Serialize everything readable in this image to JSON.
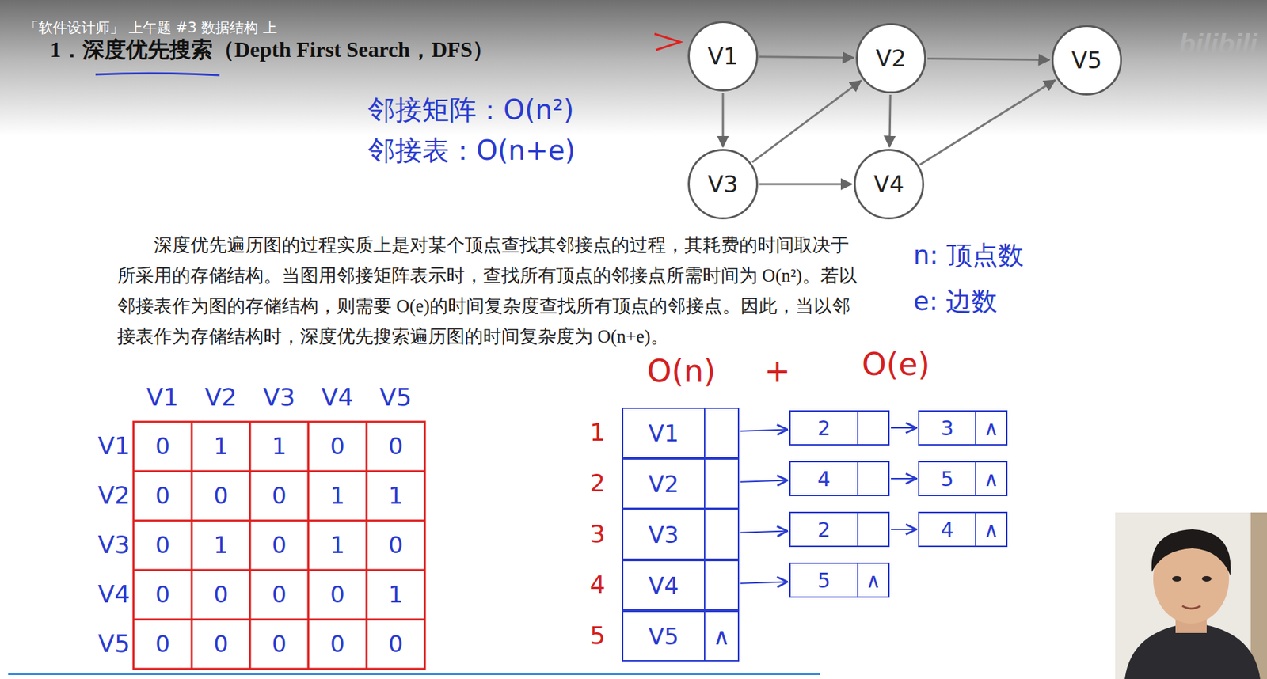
{
  "diagram": {
    "title": "1．深度优先搜索（Depth First Search，DFS）",
    "nodes": [
      {
        "text": [
          "V1"
        ]
      },
      {
        "text": [
          "V2"
        ]
      },
      {
        "text": [
          "V5"
        ]
      },
      {
        "text": [
          "V3"
        ]
      },
      {
        "text": [
          "V4"
        ]
      },
      {
        "text": [
          "V1"
        ]
      },
      {
        "text": [
          "2"
        ]
      },
      {
        "text": [
          "3",
          "∧"
        ]
      },
      {
        "text": [
          "V2"
        ]
      },
      {
        "text": [
          "4"
        ]
      },
      {
        "text": [
          "5",
          "∧"
        ]
      },
      {
        "text": [
          "V3"
        ]
      },
      {
        "text": [
          "2"
        ]
      },
      {
        "text": [
          "4",
          "∧"
        ]
      },
      {
        "text": [
          "V4"
        ]
      },
      {
        "text": [
          "5",
          "∧"
        ]
      },
      {
        "text": [
          "V5",
          "∧"
        ]
      }
    ],
    "edges": [
      {
        "from": 0,
        "to": 1,
        "arrow": "to"
      },
      {
        "from": 1,
        "to": 2,
        "arrow": "to"
      },
      {
        "from": 0,
        "to": 3,
        "arrow": "to"
      },
      {
        "from": 3,
        "to": 1,
        "arrow": "to"
      },
      {
        "from": 1,
        "to": 4,
        "arrow": "to"
      },
      {
        "from": 3,
        "to": 4,
        "arrow": "to"
      },
      {
        "from": 4,
        "to": 2,
        "arrow": "to"
      },
      {
        "from": 5,
        "to": 6,
        "arrow": "to"
      },
      {
        "from": 6,
        "to": 7,
        "arrow": "to"
      },
      {
        "from": 8,
        "to": 9,
        "arrow": "to"
      },
      {
        "from": 9,
        "to": 10,
        "arrow": "to"
      },
      {
        "from": 11,
        "to": 12,
        "arrow": "to"
      },
      {
        "from": 12,
        "to": 13,
        "arrow": "to"
      },
      {
        "from": 14,
        "to": 15,
        "arrow": "to"
      }
    ],
    "labels": [
      "「软件设计师」 上午题 #3 数据结构 上",
      "bilibili",
      "邻接矩阵：O(n²)",
      "邻接表：O(n+e)",
      "深度优先遍历图的过程实质上是对某个顶点查找其邻接点的过程，其耗费的时间取决于所采用的存储结构。当图用邻接矩阵表示时，查找所有顶点的邻接点所需时间为 O(n²)。若以邻接表作为图的存储结构，则需要 O(e)的时间复杂度查找所有顶点的邻接点。因此，当以邻接表作为存储结构时，深度优先搜索遍历图的时间复杂度为 O(n+e)。",
      "n: 顶点数",
      "e: 边数",
      "V1",
      "V2",
      "V3",
      "V4",
      "V5",
      "V1",
      "0",
      "1",
      "1",
      "0",
      "0",
      "V2",
      "0",
      "0",
      "0",
      "1",
      "1",
      "V3",
      "0",
      "1",
      "0",
      "1",
      "0",
      "V4",
      "0",
      "0",
      "0",
      "0",
      "1",
      "V5",
      "0",
      "0",
      "0",
      "0",
      "0",
      "O(n)",
      "+",
      "O(e)",
      "1",
      "2",
      "3",
      "4",
      "5"
    ]
  }
}
